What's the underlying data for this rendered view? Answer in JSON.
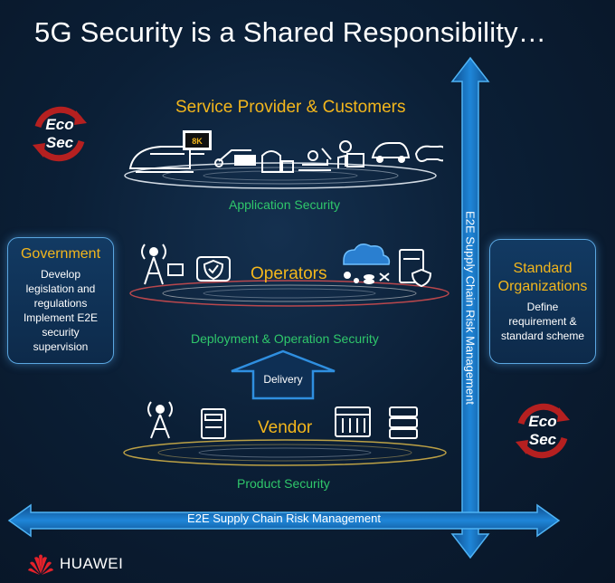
{
  "title": "5G Security is a Shared Responsibility…",
  "tiers": {
    "top": {
      "name": "Service Provider & Customers",
      "security": "Application Security"
    },
    "middle": {
      "name": "Operators",
      "security": "Deployment & Operation Security"
    },
    "bottom": {
      "name": "Vendor",
      "security": "Product Security"
    }
  },
  "delivery_label": "Delivery",
  "government": {
    "heading": "Government",
    "lines": [
      "Develop",
      "legislation and",
      "regulations",
      "Implement E2E",
      "security",
      "supervision"
    ]
  },
  "standard": {
    "heading_lines": [
      "Standard",
      "Organizations"
    ],
    "lines": [
      "Define",
      "requirement &",
      "standard scheme"
    ]
  },
  "ecosec": {
    "line1": "Eco",
    "line2": "Sec"
  },
  "tv_badge": "8K",
  "vertical_arrow_label": "E2E Supply Chain Risk Management",
  "horizontal_arrow_label": "E2E Supply Chain Risk Management",
  "brand": "HUAWEI",
  "colors": {
    "accent": "#f4b71c",
    "security_green": "#2fc76b",
    "arrow_blue": "#1e7fd0",
    "eco_red": "#b02020"
  }
}
